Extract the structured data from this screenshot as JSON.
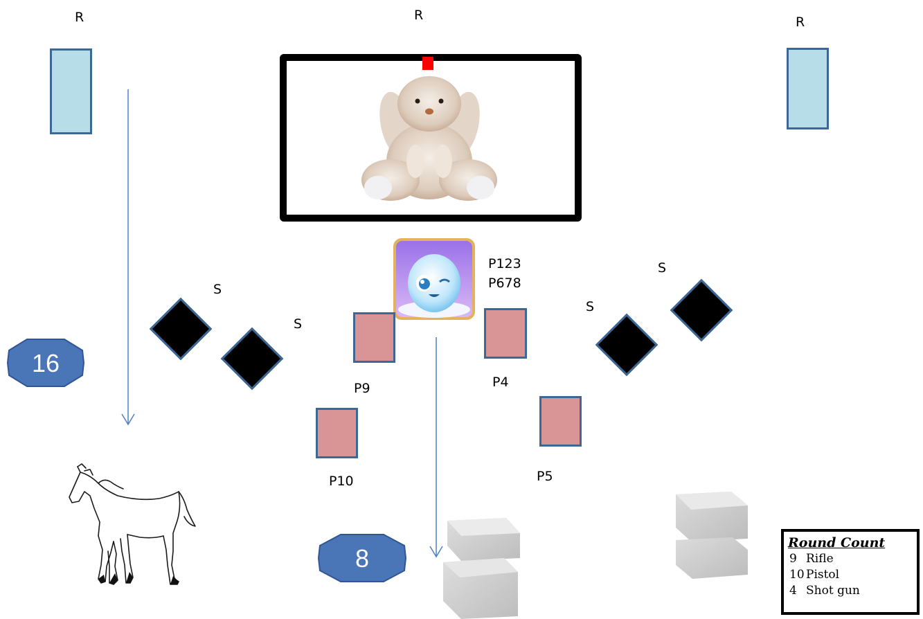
{
  "range_labels": [
    "R",
    "R",
    "R"
  ],
  "shotgun_labels": [
    "S",
    "S",
    "S",
    "S"
  ],
  "pistol_labels": {
    "p123": "P123",
    "p678": "P678",
    "p9": "P9",
    "p4": "P4",
    "p10": "P10",
    "p5": "P5"
  },
  "stage_numbers": {
    "left": "16",
    "bottom": "8"
  },
  "legend": {
    "title": "Round Count",
    "rows": [
      {
        "count": "9",
        "label": "Rifle"
      },
      {
        "count": "10",
        "label": "Pistol"
      },
      {
        "count": "4",
        "label": "Shot gun"
      }
    ]
  },
  "colors": {
    "rifle_target_fill": "#b7dde8",
    "pistol_target_fill": "#d99595",
    "shotgun_target_fill": "#000000",
    "target_border": "#3d6794",
    "octagon_fill": "#4a76b8",
    "arrow": "#4f81bd",
    "marker": "#ff0000"
  },
  "icons": {
    "prop_top": "plush-bunny-icon",
    "prop_center": "furry-monster-app-icon",
    "prop_horse": "horse-sketch-icon",
    "prop_bales": "hay-bale-icon"
  }
}
